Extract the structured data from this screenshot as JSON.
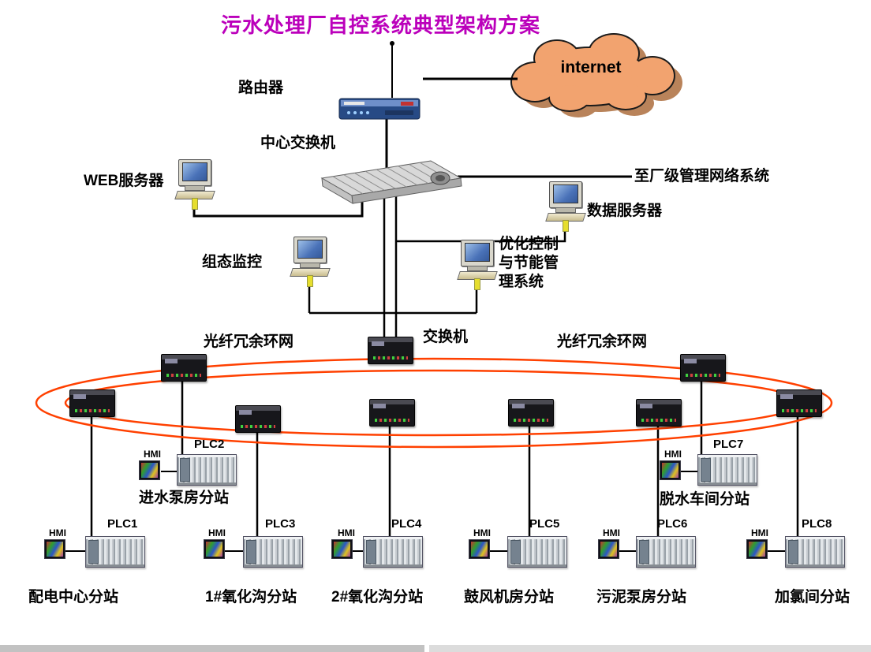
{
  "title": "污水处理厂自控系统典型架构方案",
  "cloud": {
    "label": "internet"
  },
  "top": {
    "router_label": "路由器",
    "center_switch_label": "中心交换机",
    "web_server_label": "WEB服务器",
    "data_server_label": "数据服务器",
    "scada_label": "组态监控",
    "optimize_label": "优化控制\n与节能管\n理系统",
    "plant_network_label": "至厂级管理网络系统",
    "switch_label": "交换机"
  },
  "ring": {
    "left_label": "光纤冗余环网",
    "right_label": "光纤冗余环网"
  },
  "stations": [
    {
      "plc": "PLC1",
      "hmi": "HMI",
      "name": "配电中心分站"
    },
    {
      "plc": "PLC2",
      "hmi": "HMI",
      "name": "进水泵房分站"
    },
    {
      "plc": "PLC3",
      "hmi": "HMI",
      "name": "1#氧化沟分站"
    },
    {
      "plc": "PLC4",
      "hmi": "HMI",
      "name": "2#氧化沟分站"
    },
    {
      "plc": "PLC5",
      "hmi": "HMI",
      "name": "鼓风机房分站"
    },
    {
      "plc": "PLC6",
      "hmi": "HMI",
      "name": "污泥泵房分站"
    },
    {
      "plc": "PLC7",
      "hmi": "HMI",
      "name": "脱水车间分站"
    },
    {
      "plc": "PLC8",
      "hmi": "HMI",
      "name": "加氯间分站"
    }
  ],
  "colors": {
    "title": "#bb00bb",
    "ring": "#ff4000",
    "cloud": "#f2a36f",
    "line": "#000000"
  }
}
